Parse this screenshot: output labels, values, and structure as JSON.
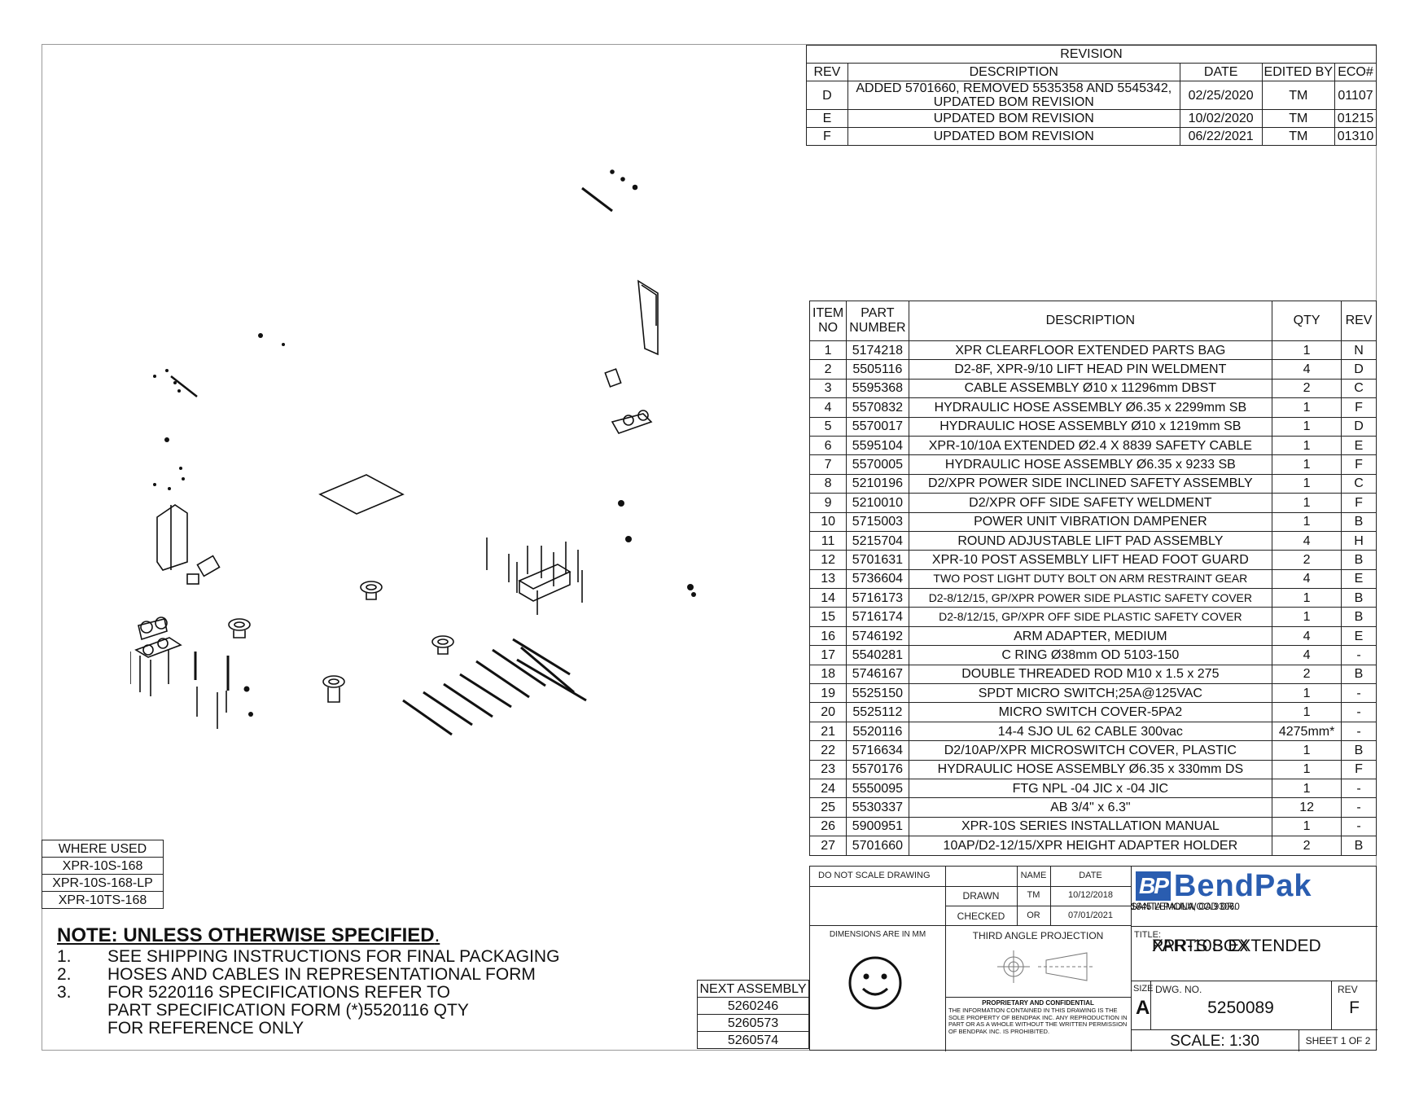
{
  "revision_block": {
    "title": "REVISION",
    "headers": [
      "REV",
      "DESCRIPTION",
      "DATE",
      "EDITED BY",
      "ECO#"
    ],
    "rows": [
      [
        "D",
        "ADDED 5701660, REMOVED 5535358 AND 5545342, UPDATED BOM REVISION",
        "02/25/2020",
        "TM",
        "01107"
      ],
      [
        "E",
        "UPDATED BOM REVISION",
        "10/02/2020",
        "TM",
        "01215"
      ],
      [
        "F",
        "UPDATED BOM REVISION",
        "06/22/2021",
        "TM",
        "01310"
      ]
    ]
  },
  "bom": {
    "headers": [
      "ITEM NO",
      "PART NUMBER",
      "DESCRIPTION",
      "QTY",
      "REV"
    ],
    "rows": [
      [
        "1",
        "5174218",
        "XPR CLEARFLOOR EXTENDED PARTS BAG",
        "1",
        "N"
      ],
      [
        "2",
        "5505116",
        "D2-8F, XPR-9/10  LIFT HEAD PIN WELDMENT",
        "4",
        "D"
      ],
      [
        "3",
        "5595368",
        "CABLE ASSEMBLY Ø10 x 11296mm DBST",
        "2",
        "C"
      ],
      [
        "4",
        "5570832",
        "HYDRAULIC HOSE ASSEMBLY Ø6.35 x 2299mm SB",
        "1",
        "F"
      ],
      [
        "5",
        "5570017",
        "HYDRAULIC HOSE ASSEMBLY Ø10 x 1219mm SB",
        "1",
        "D"
      ],
      [
        "6",
        "5595104",
        "XPR-10/10A EXTENDED Ø2.4 X 8839 SAFETY CABLE",
        "1",
        "E"
      ],
      [
        "7",
        "5570005",
        "HYDRAULIC HOSE ASSEMBLY Ø6.35 x 9233 SB",
        "1",
        "F"
      ],
      [
        "8",
        "5210196",
        "D2/XPR POWER SIDE INCLINED SAFETY ASSEMBLY",
        "1",
        "C"
      ],
      [
        "9",
        "5210010",
        "D2/XPR OFF SIDE SAFETY WELDMENT",
        "1",
        "F"
      ],
      [
        "10",
        "5715003",
        "POWER UNIT VIBRATION DAMPENER",
        "1",
        "B"
      ],
      [
        "11",
        "5215704",
        "ROUND ADJUSTABLE LIFT PAD ASSEMBLY",
        "4",
        "H"
      ],
      [
        "12",
        "5701631",
        "XPR-10 POST ASSEMBLY LIFT HEAD FOOT GUARD",
        "2",
        "B"
      ],
      [
        "13",
        "5736604",
        "TWO POST LIGHT DUTY BOLT ON ARM RESTRAINT GEAR",
        "4",
        "E"
      ],
      [
        "14",
        "5716173",
        "D2-8/12/15, GP/XPR POWER SIDE PLASTIC SAFETY COVER",
        "1",
        "B"
      ],
      [
        "15",
        "5716174",
        "D2-8/12/15, GP/XPR OFF SIDE PLASTIC SAFETY COVER",
        "1",
        "B"
      ],
      [
        "16",
        "5746192",
        "ARM ADAPTER, MEDIUM",
        "4",
        "E"
      ],
      [
        "17",
        "5540281",
        "C RING Ø38mm OD 5103-150",
        "4",
        "-"
      ],
      [
        "18",
        "5746167",
        "DOUBLE THREADED ROD M10 x 1.5 x 275",
        "2",
        "B"
      ],
      [
        "19",
        "5525150",
        "SPDT MICRO SWITCH;25A@125VAC",
        "1",
        "-"
      ],
      [
        "20",
        "5525112",
        "MICRO SWITCH COVER-5PA2",
        "1",
        "-"
      ],
      [
        "21",
        "5520116",
        "14-4 SJO UL 62 CABLE 300vac",
        "4275mm*",
        "-"
      ],
      [
        "22",
        "5716634",
        "D2/10AP/XPR MICROSWITCH COVER, PLASTIC",
        "1",
        "B"
      ],
      [
        "23",
        "5570176",
        "HYDRAULIC HOSE ASSEMBLY Ø6.35 x 330mm DS",
        "1",
        "F"
      ],
      [
        "24",
        "5550095",
        "FTG NPL -04 JIC x -04 JIC",
        "1",
        "-"
      ],
      [
        "25",
        "5530337",
        "AB 3/4\" x 6.3\"",
        "12",
        "-"
      ],
      [
        "26",
        "5900951",
        "XPR-10S SERIES INSTALLATION MANUAL",
        "1",
        "-"
      ],
      [
        "27",
        "5701660",
        "10AP/D2-12/15/XPR HEIGHT ADAPTER HOLDER",
        "2",
        "B"
      ]
    ]
  },
  "where_used": {
    "title": "WHERE USED",
    "items": [
      "XPR-10S-168",
      "XPR-10S-168-LP",
      "XPR-10TS-168"
    ]
  },
  "next_assembly": {
    "title": "NEXT ASSEMBLY",
    "items": [
      "5260246",
      "5260573",
      "5260574"
    ]
  },
  "notes": {
    "title": "NOTE: UNLESS OTHERWISE SPECIFIED",
    "items": [
      {
        "num": "1.",
        "text": "SEE SHIPPING INSTRUCTIONS FOR FINAL PACKAGING"
      },
      {
        "num": "2.",
        "text": "HOSES AND CABLES IN REPRESENTATIONAL FORM"
      },
      {
        "num": "3.",
        "text": "FOR 5220116 SPECIFICATIONS REFER TO PART SPECIFICATION FORM (*)5520116 QTY FOR REFERENCE ONLY"
      }
    ]
  },
  "title_block": {
    "do_not_scale": "DO NOT SCALE DRAWING",
    "name_label": "NAME",
    "date_label": "DATE",
    "drawn_label": "DRAWN",
    "drawn_name": "TM",
    "drawn_date": "10/12/2018",
    "checked_label": "CHECKED",
    "checked_name": "OR",
    "checked_date": "07/01/2021",
    "dimensions": "DIMENSIONS ARE IN MM",
    "projection": "THIRD ANGLE PROJECTION",
    "proprietary_title": "PROPRIETARY AND CONFIDENTIAL",
    "proprietary_text": "THE INFORMATION CONTAINED IN THIS DRAWING IS THE SOLE PROPERTY OF BENDPAK INC. ANY REPRODUCTION IN PART OR AS A WHOLE WITHOUT THE WRITTEN PERMISSION OF BENDPAK INC. IS PROHIBITED.",
    "logo_text": "BendPak",
    "logo_mark": "BP",
    "address_line1": "1645 LEMONWOOD DR.",
    "address_line2": "SANTA PAULA, CA 93060",
    "title_label": "TITLE:",
    "title_line1": "XPR-10S EXTENDED",
    "title_line2": "PARTS BOX",
    "size_label": "SIZE",
    "size": "A",
    "dwg_label": "DWG.  NO.",
    "dwg_no": "5250089",
    "rev_label": "REV",
    "rev": "F",
    "scale": "SCALE: 1:30",
    "sheet": "SHEET 1 OF 2"
  },
  "colors": {
    "logo_blue": "#2a5db0",
    "line": "#222222"
  }
}
